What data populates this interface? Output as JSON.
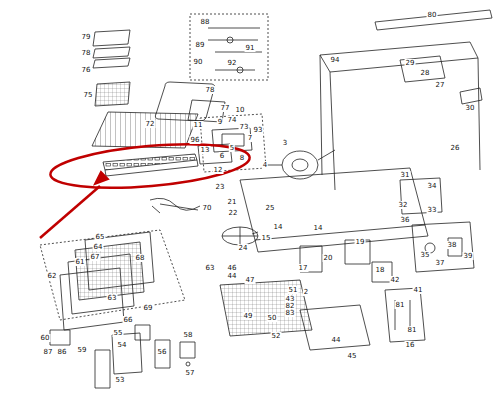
{
  "diagram": {
    "labels": [
      "88",
      "89",
      "91",
      "90",
      "92",
      "79",
      "78",
      "76",
      "75",
      "78",
      "77",
      "72",
      "70",
      "10",
      "11",
      "9",
      "74",
      "73",
      "93",
      "7",
      "96",
      "5",
      "6",
      "8",
      "13",
      "12",
      "23",
      "80",
      "94",
      "29",
      "28",
      "27",
      "30",
      "3",
      "26",
      "4",
      "25",
      "21",
      "22",
      "24",
      "63",
      "14",
      "15",
      "14",
      "31",
      "34",
      "32",
      "33",
      "36",
      "38",
      "39",
      "35",
      "37",
      "17",
      "19",
      "20",
      "18",
      "42",
      "41",
      "81",
      "16",
      "46",
      "44",
      "47",
      "51",
      "2",
      "43",
      "82",
      "83",
      "49",
      "50",
      "52",
      "44",
      "45",
      "65",
      "64",
      "67",
      "61",
      "62",
      "68",
      "63",
      "69",
      "60",
      "87",
      "86",
      "66",
      "55",
      "54",
      "58",
      "56",
      "57",
      "59",
      "53",
      "81"
    ]
  }
}
